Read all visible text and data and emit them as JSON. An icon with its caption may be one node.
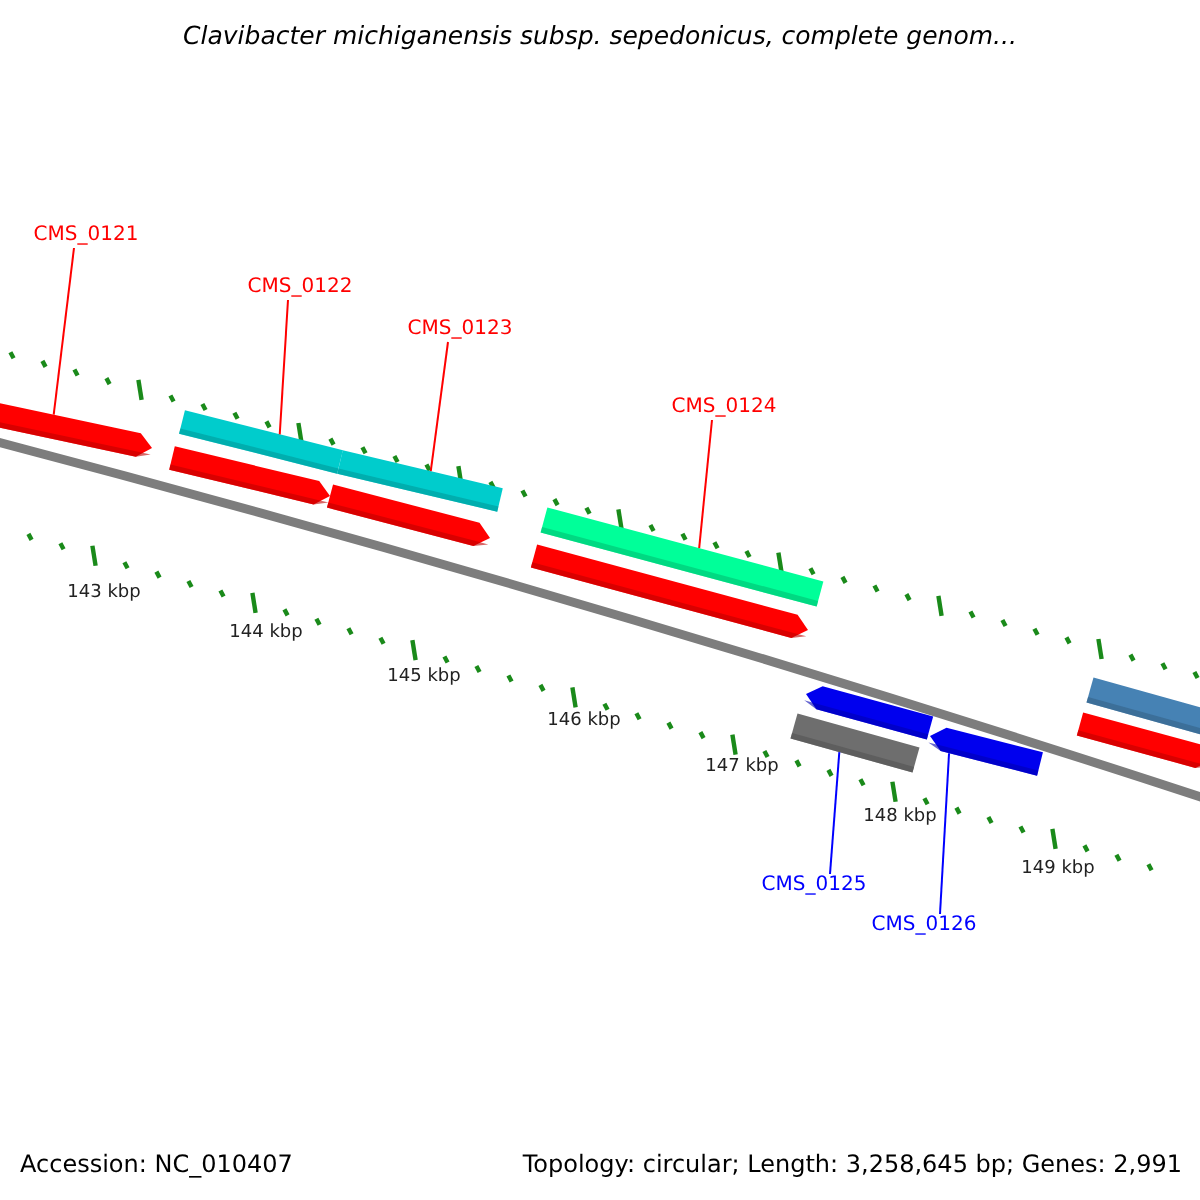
{
  "diagram": {
    "title": "Clavibacter michiganensis subsp. sepedonicus, complete genom...",
    "nodes": [
      {
        "text": [
          "CMS_0121"
        ]
      },
      {
        "text": [
          "CMS_0122"
        ]
      },
      {
        "text": [
          "CMS_0123"
        ]
      },
      {
        "text": [
          "CMS_0124"
        ]
      },
      {
        "text": [
          "CMS_0125"
        ]
      },
      {
        "text": [
          "CMS_0126"
        ]
      },
      {
        "text": [],
        "shape": "pentagon"
      },
      {
        "text": [],
        "shape": "bar"
      },
      {
        "text": [],
        "shape": "bar"
      },
      {
        "text": [],
        "shape": "pentagon"
      },
      {
        "text": [],
        "shape": "pentagon"
      },
      {
        "text": [],
        "shape": "bar"
      },
      {
        "text": [],
        "shape": "pentagon"
      },
      {
        "text": [],
        "shape": "pentagon"
      },
      {
        "text": [],
        "shape": "bar"
      },
      {
        "text": [],
        "shape": "pentagon"
      },
      {
        "text": [],
        "shape": "bar"
      },
      {
        "text": [],
        "shape": "pentagon"
      }
    ],
    "edges": [
      {
        "from": 0,
        "to": 6,
        "arrow": "none"
      },
      {
        "from": 1,
        "to": 7,
        "arrow": "none"
      },
      {
        "from": 2,
        "to": 8,
        "arrow": "none"
      },
      {
        "from": 3,
        "to": 11,
        "arrow": "none"
      },
      {
        "from": 4,
        "to": 14,
        "arrow": "none",
        "color": "#0000ff"
      },
      {
        "from": 5,
        "to": 15,
        "arrow": "none",
        "color": "#0000ff"
      }
    ],
    "labels": [
      "143 kbp",
      "144 kbp",
      "145 kbp",
      "146 kbp",
      "147 kbp",
      "148 kbp",
      "149 kbp",
      "Accession: NC_010407",
      "Topology: circular; Length: 3,258,645 bp; Genes: 2,991"
    ]
  }
}
